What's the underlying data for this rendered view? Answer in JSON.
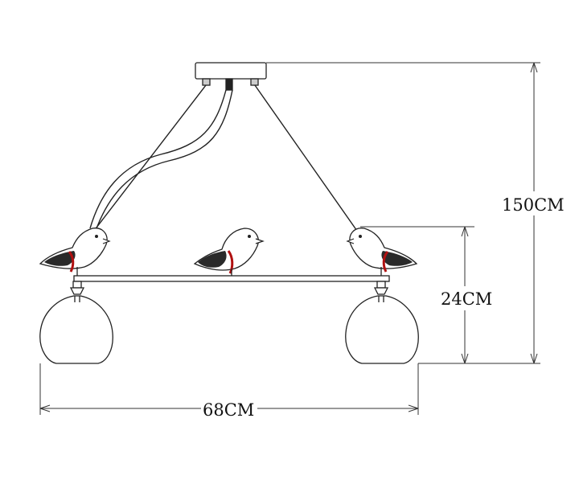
{
  "dimensions": {
    "total_height": "150CM",
    "body_height": "24CM",
    "width": "68CM"
  },
  "colors": {
    "line": "#222222",
    "dim_line": "#333333",
    "accent": "#b01010",
    "wing_dark": "#2a2a2a"
  }
}
